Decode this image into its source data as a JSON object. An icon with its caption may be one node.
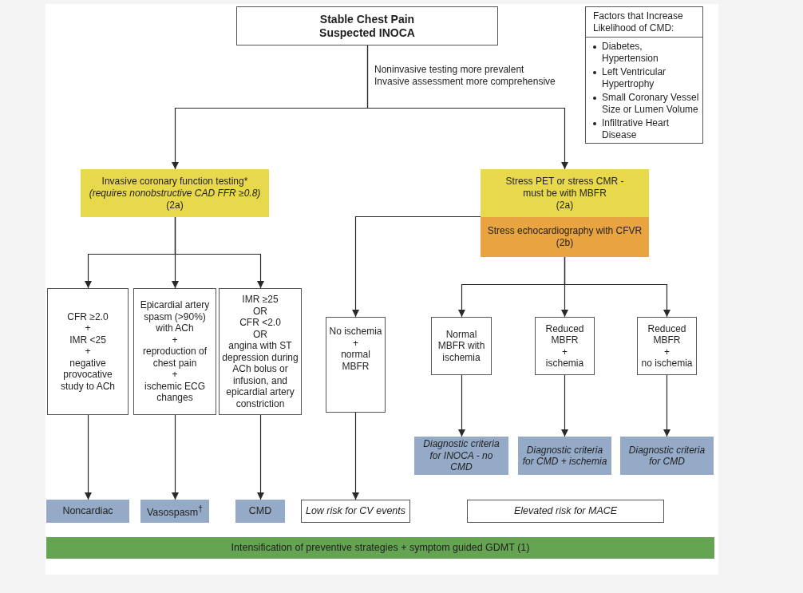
{
  "diagram": {
    "nodes": [
      {
        "text": [
          "Stable Chest Pain Suspected INOCA"
        ]
      },
      {
        "text": [
          "Factors that Increase Likelihood of CMD:",
          "Diabetes, Hypertension",
          "Left Ventricular Hypertrophy",
          "Small Coronary Vessel Size or Lumen Volume",
          "Infiltrative Heart Disease"
        ]
      },
      {
        "text": [
          "Invasive coronary function testing*",
          "(requires nonobstructive CAD FFR ≥0.8)",
          "(2a)"
        ]
      },
      {
        "text": [
          "Stress PET or stress CMR - must be with MBFR",
          "(2a)"
        ]
      },
      {
        "text": [
          "Stress echocardiography with CFVR",
          "(2b)"
        ]
      },
      {
        "text": [
          "CFR ≥2.0",
          "+",
          "IMR <25",
          "+",
          "negative provocative study to ACh"
        ]
      },
      {
        "text": [
          "Epicardial artery spasm (>90%) with ACh",
          "+",
          "reproduction of chest pain",
          "+",
          "ischemic ECG changes"
        ]
      },
      {
        "text": [
          "IMR ≥25",
          "OR",
          "CFR <2.0",
          "OR",
          "angina with ST depression during ACh bolus or infusion, and epicardial artery constriction"
        ]
      },
      {
        "text": [
          "No ischemia",
          "+",
          "normal MBFR"
        ]
      },
      {
        "text": [
          "Normal MBFR with ischemia"
        ]
      },
      {
        "text": [
          "Reduced MBFR",
          "+",
          "ischemia"
        ]
      },
      {
        "text": [
          "Reduced MBFR",
          "+",
          "no ischemia"
        ]
      },
      {
        "text": [
          "Noncardiac"
        ]
      },
      {
        "text": [
          "Vasospasm$^{†}$"
        ]
      },
      {
        "text": [
          "CMD"
        ]
      },
      {
        "text": [
          "Low risk for CV events"
        ]
      },
      {
        "text": [
          "Diagnostic criteria for INOCA - no CMD"
        ]
      },
      {
        "text": [
          "Diagnostic criteria for CMD + ischemia"
        ]
      },
      {
        "text": [
          "Diagnostic criteria for CMD"
        ]
      },
      {
        "text": [
          "Elevated risk for MACE"
        ]
      },
      {
        "text": [
          "Intensification of preventive strategies + symptom guided GDMT (1)"
        ]
      }
    ],
    "edges": [
      {
        "from": 0,
        "to": 2,
        "arrow": "to"
      },
      {
        "from": 0,
        "to": 3,
        "arrow": "to"
      },
      {
        "from": 2,
        "to": 5,
        "arrow": "to"
      },
      {
        "from": 2,
        "to": 6,
        "arrow": "to"
      },
      {
        "from": 2,
        "to": 7,
        "arrow": "to"
      },
      {
        "from": 3,
        "to": 8,
        "arrow": "to"
      },
      {
        "from": 4,
        "to": 9,
        "arrow": "to"
      },
      {
        "from": 4,
        "to": 10,
        "arrow": "to"
      },
      {
        "from": 4,
        "to": 11,
        "arrow": "to"
      },
      {
        "from": 5,
        "to": 12,
        "arrow": "to"
      },
      {
        "from": 6,
        "to": 13,
        "arrow": "to"
      },
      {
        "from": 7,
        "to": 14,
        "arrow": "to"
      },
      {
        "from": 8,
        "to": 15,
        "arrow": "to"
      },
      {
        "from": 9,
        "to": 16,
        "arrow": "to"
      },
      {
        "from": 10,
        "to": 17,
        "arrow": "to"
      },
      {
        "from": 11,
        "to": 18,
        "arrow": "to"
      }
    ],
    "labels": [
      "Noninvasive testing more prevalent",
      "Invasive assessment more comprehensive"
    ]
  }
}
